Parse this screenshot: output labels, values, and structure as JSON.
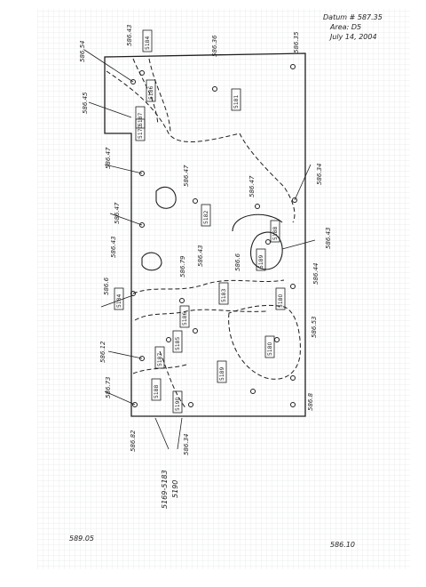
{
  "datum": {
    "line1": "Datum # 587.35",
    "line2": "Area: D5",
    "line3": "July 14, 2004"
  },
  "footer": {
    "left": "589.05",
    "right": "586.10"
  },
  "elevations": [
    "586.43",
    "586.54",
    "586.45",
    "586.36",
    "586.35",
    "586.47",
    "586.47",
    "586.47",
    "586.47",
    "586.34",
    "586.43",
    "586.6",
    "586.79",
    "586.43",
    "586.6",
    "586.44",
    "586.43",
    "586.53",
    "586.12",
    "586.73",
    "586.82",
    "586.34",
    "586.8"
  ],
  "feature_labels": [
    "5184",
    "5187",
    "5186",
    "5181",
    "5182",
    "5189",
    "5188",
    "5184",
    "5183",
    "5180",
    "5186",
    "5185",
    "5187",
    "5189",
    "5188",
    "5190",
    "5180",
    "5170"
  ],
  "bottom_notes": {
    "range": "5169-5183",
    "number": "5190"
  },
  "colors": {
    "grid": "#cfd4d8",
    "ink": "#1e1e1e",
    "paper": "#ffffff"
  }
}
